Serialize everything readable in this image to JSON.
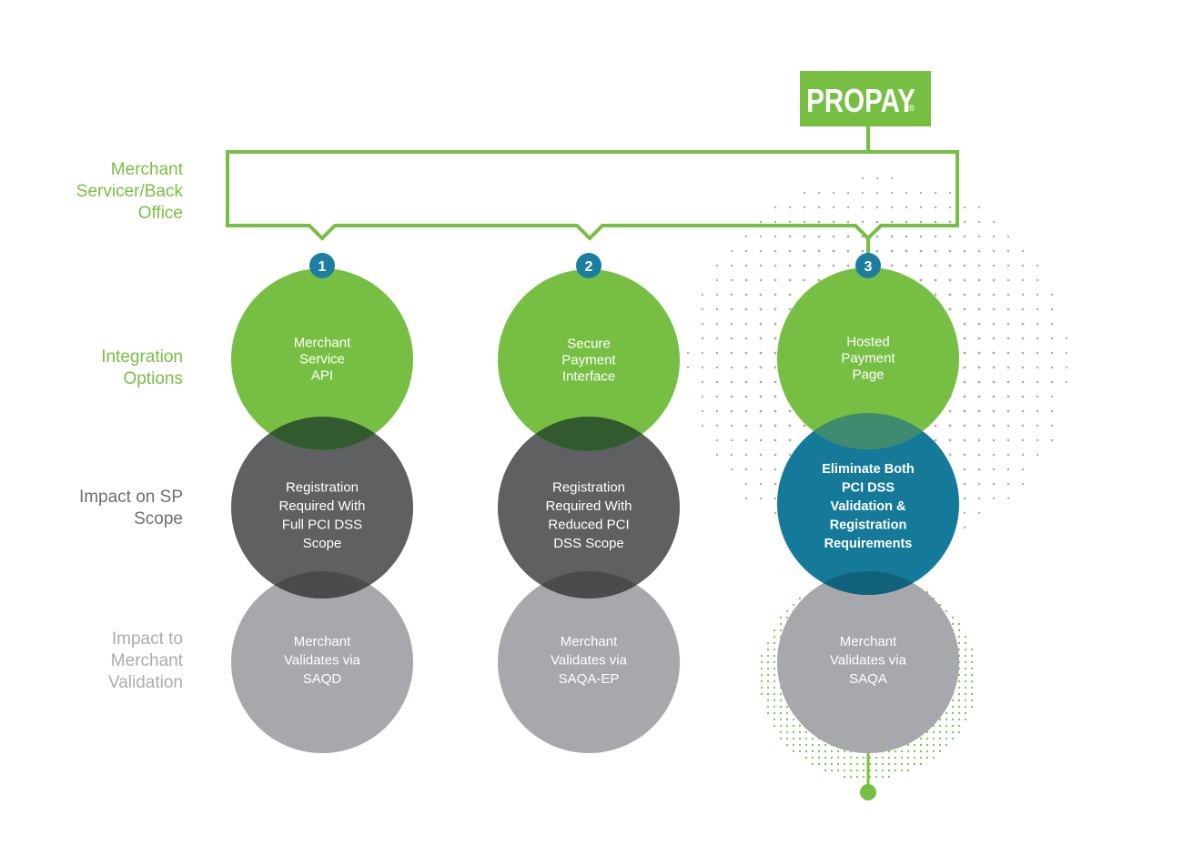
{
  "brand": {
    "logo_text": "PROPAY",
    "logo_mark": "®"
  },
  "colors": {
    "green": "#77bf43",
    "teal": "#157a9a",
    "dark_gray": "#5e6062",
    "light_gray": "#a6a8ab",
    "badge_blue": "#1e7ea1",
    "label_gray": "#6d6e71",
    "label_light_gray": "#a9abad",
    "dot_gray": "#a6a8ab",
    "dot_green": "#77bf43"
  },
  "row_labels": [
    {
      "lines": [
        "Merchant",
        "Servicer/Back",
        "Office"
      ],
      "color": "green"
    },
    {
      "lines": [
        "Integration",
        "Options"
      ],
      "color": "green"
    },
    {
      "lines": [
        "Impact on SP",
        "Scope"
      ],
      "color": "label_gray"
    },
    {
      "lines": [
        "Impact to",
        "Merchant",
        "Validation"
      ],
      "color": "label_light_gray"
    }
  ],
  "columns": [
    {
      "badge": "1",
      "integration": [
        "Merchant",
        "Service",
        "API"
      ],
      "scope": [
        "Registration",
        "Required With",
        "Full PCI DSS",
        "Scope"
      ],
      "validation": [
        "Merchant",
        "Validates via",
        "SAQD"
      ]
    },
    {
      "badge": "2",
      "integration": [
        "Secure",
        "Payment",
        "Interface"
      ],
      "scope": [
        "Registration",
        "Required With",
        "Reduced PCI",
        "DSS Scope"
      ],
      "validation": [
        "Merchant",
        "Validates via",
        "SAQA-EP"
      ]
    },
    {
      "badge": "3",
      "integration": [
        "Hosted",
        "Payment",
        "Page"
      ],
      "scope": [
        "Eliminate Both",
        "PCI DSS",
        "Validation &",
        "Registration",
        "Requirements"
      ],
      "validation": [
        "Merchant",
        "Validates via",
        "SAQA"
      ],
      "highlight": true
    }
  ]
}
